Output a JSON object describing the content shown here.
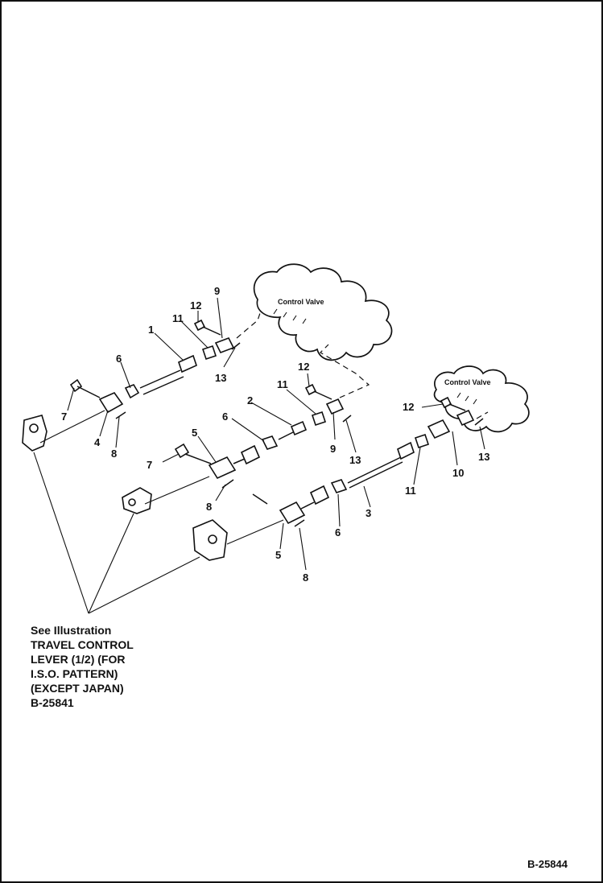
{
  "control_valve_label": "Control Valve",
  "callouts": {
    "c1": "1",
    "c2": "2",
    "c3": "3",
    "c4": "4",
    "c5a": "5",
    "c5b": "5",
    "c6a": "6",
    "c6b": "6",
    "c6c": "6",
    "c7a": "7",
    "c7b": "7",
    "c8a": "8",
    "c8b": "8",
    "c8c": "8",
    "c9a": "9",
    "c9b": "9",
    "c10": "10",
    "c11a": "11",
    "c11b": "11",
    "c11c": "11",
    "c12a": "12",
    "c12b": "12",
    "c12c": "12",
    "c13a": "13",
    "c13b": "13",
    "c13c": "13"
  },
  "see_note": {
    "line1": "See Illustration",
    "line2": "TRAVEL CONTROL",
    "line3": "LEVER (1/2) (FOR",
    "line4": "I.S.O. PATTERN)",
    "line5": "(EXCEPT JAPAN)",
    "line6": "B-25841"
  },
  "figure_id": "B-25844"
}
